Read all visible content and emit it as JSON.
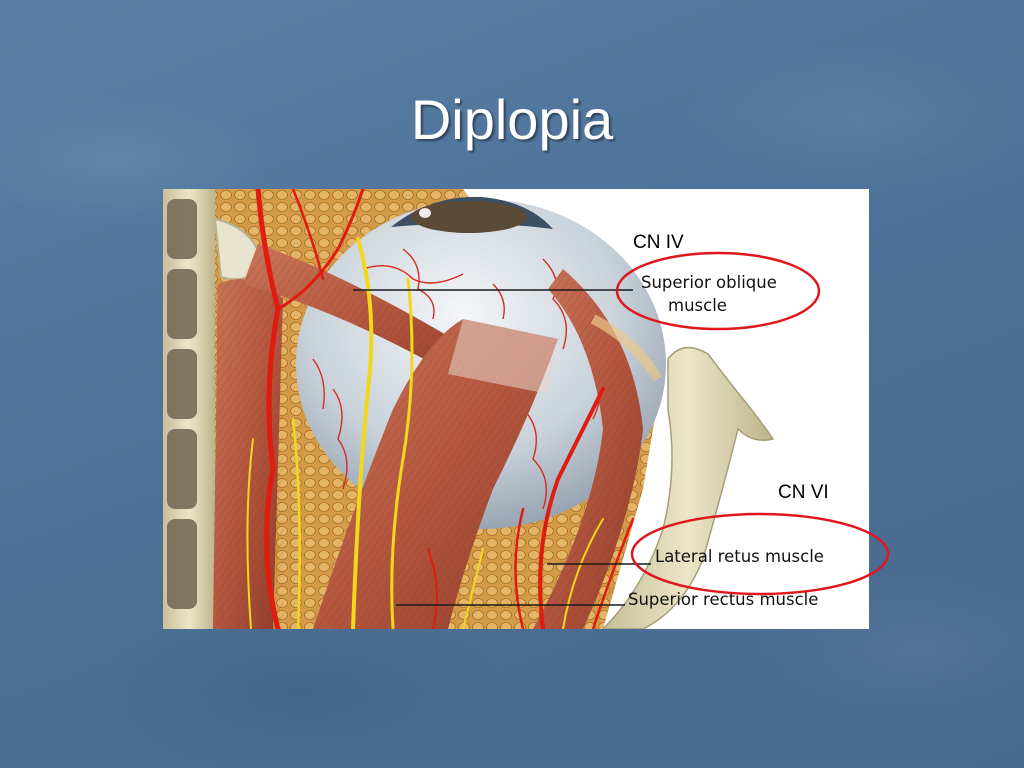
{
  "slide": {
    "title": "Diplopia"
  },
  "figure": {
    "labels": {
      "superior_oblique_line1": "Superior oblique",
      "superior_oblique_line2": "muscle",
      "lateral_rectus": "Lateral retus muscle",
      "superior_rectus": "Superior rectus muscle"
    },
    "nerve_annotations": {
      "cn_iv": "CN IV",
      "cn_vi": "CN VI"
    },
    "highlight_color": "#e0171d"
  }
}
